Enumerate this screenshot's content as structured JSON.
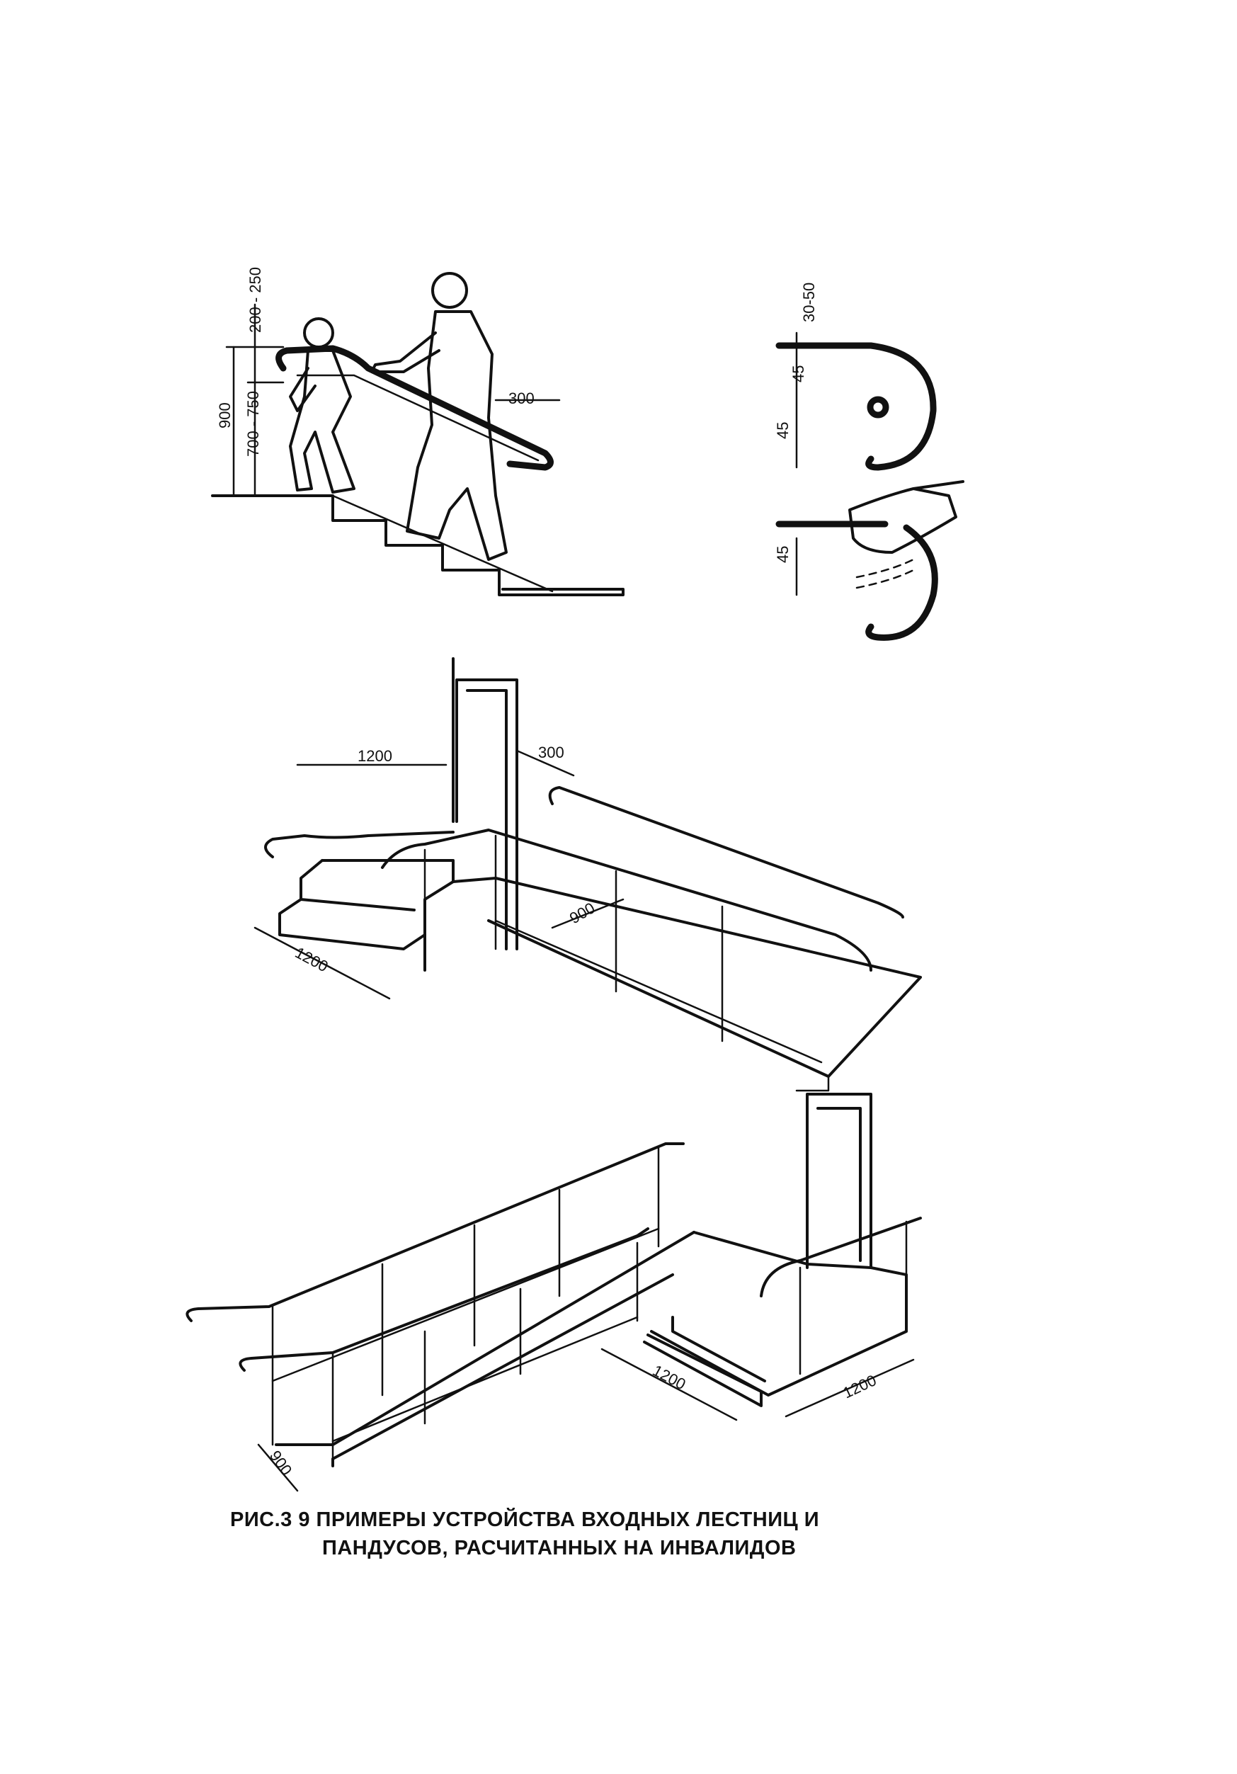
{
  "figure": {
    "caption_line1": "РИС.3 9  ПРИМЕРЫ УСТРОЙСТВА ВХОДНЫХ ЛЕСТНИЦ И",
    "caption_line2": "ПАНДУСОВ, РАСЧИТАННЫХ НА ИНВАЛИДОВ"
  },
  "stair_panel": {
    "dim_top_gap": "200 - 250",
    "dim_total_height": "900",
    "dim_low_rail": "700 - 750",
    "dim_extension": "300"
  },
  "handrail_section": {
    "dim_wall_gap": "30-50",
    "dim_diameter_a": "45",
    "dim_diameter_b": "45",
    "dim_diameter_c": "45"
  },
  "ramp_panel_1": {
    "dim_landing_side": "1200",
    "dim_rail_extension": "300",
    "dim_ramp_width": "900",
    "dim_landing_depth": "1200"
  },
  "ramp_panel_2": {
    "dim_ramp_width": "900",
    "dim_landing_front": "1200",
    "dim_landing_side": "1200"
  }
}
